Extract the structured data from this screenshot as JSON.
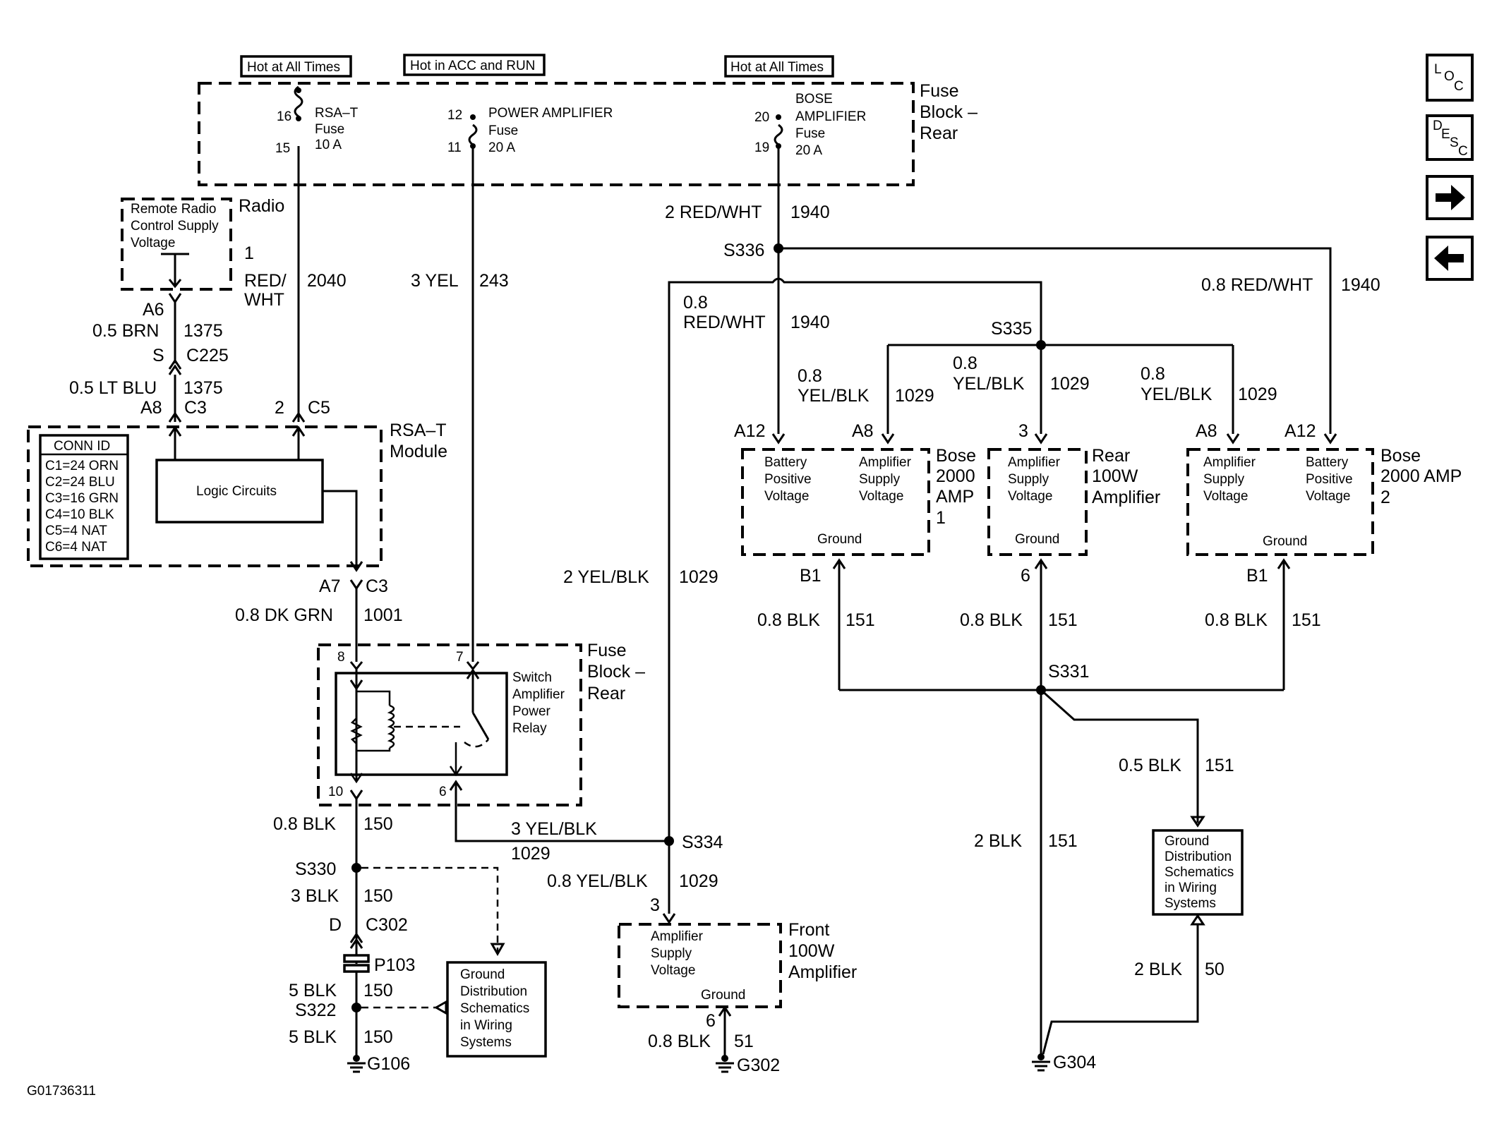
{
  "header_tags": {
    "left": "Hot at All Times",
    "mid": "Hot in ACC and RUN",
    "right": "Hot at All Times"
  },
  "fuse_block_label": [
    "Fuse",
    "Block –",
    "Rear"
  ],
  "fuses": {
    "rsat": {
      "top": "16",
      "bottom": "15",
      "name": [
        "RSA–T",
        "Fuse",
        "10 A"
      ]
    },
    "pwr": {
      "top": "12",
      "bottom": "11",
      "name": [
        "POWER AMPLIFIER",
        "Fuse",
        "20 A"
      ]
    },
    "bose": {
      "top": "20",
      "bottom": "19",
      "name": [
        "BOSE",
        "AMPLIFIER",
        "Fuse",
        "20 A"
      ]
    }
  },
  "radio": {
    "label": "Radio",
    "inner": [
      "Remote Radio",
      "Control Supply",
      "Voltage"
    ]
  },
  "rsat_module": {
    "label": [
      "RSA–T",
      "Module"
    ],
    "logic": "Logic Circuits",
    "conn_id": [
      "CONN ID",
      "C1=24 ORN",
      "C2=24 BLU",
      "C3=16 GRN",
      "C4=10 BLK",
      "C5=4 NAT",
      "C6=4 NAT"
    ]
  },
  "relay": {
    "label": [
      "Fuse",
      "Block –",
      "Rear"
    ],
    "inner": [
      "Switch",
      "Amplifier",
      "Power",
      "Relay"
    ],
    "pins": {
      "p8": "8",
      "p7": "7",
      "p10": "10",
      "p6": "6"
    }
  },
  "wires": {
    "w2040": [
      "1",
      "RED/",
      "WHT",
      "2040"
    ],
    "w243": [
      "3 YEL",
      "243"
    ],
    "w1940_top": [
      "2 RED/WHT",
      "1940"
    ],
    "w1940_left": [
      "0.8",
      "RED/WHT",
      "1940"
    ],
    "w1940_right": [
      "0.8 RED/WHT",
      "1940"
    ],
    "w1375_a": [
      "0.5 BRN",
      "1375"
    ],
    "w1375_b": [
      "0.5 LT BLU",
      "1375"
    ],
    "w1001": [
      "0.8 DK GRN",
      "1001"
    ],
    "w1029_v": [
      "2 YEL/BLK",
      "1029"
    ],
    "w1029_a": [
      "0.8",
      "YEL/BLK",
      "1029"
    ],
    "w1029_b": [
      "0.8",
      "YEL/BLK",
      "1029"
    ],
    "w1029_c": [
      "0.8",
      "YEL/BLK",
      "1029"
    ],
    "w1029_h": [
      "3 YEL/BLK",
      "1029"
    ],
    "w1029_f": [
      "0.8 YEL/BLK",
      "1029"
    ],
    "w150_a": [
      "0.8 BLK",
      "150"
    ],
    "w150_b": [
      "3 BLK",
      "150"
    ],
    "w150_c": [
      "5 BLK",
      "150"
    ],
    "w150_d": [
      "5 BLK",
      "150"
    ],
    "w151_a": [
      "0.8 BLK",
      "151"
    ],
    "w151_b": [
      "0.8 BLK",
      "151"
    ],
    "w151_c": [
      "0.8 BLK",
      "151"
    ],
    "w151_d": [
      "0.5 BLK",
      "151"
    ],
    "w151_e": [
      "2 BLK",
      "151"
    ],
    "w50": [
      "2 BLK",
      "50"
    ],
    "w51": [
      "0.8 BLK",
      "51"
    ]
  },
  "connectors": {
    "a6": "A6",
    "s": "S",
    "c225": "C225",
    "a8": "A8",
    "c3": "C3",
    "p2": "2",
    "c5": "C5",
    "a7": "A7",
    "c3b": "C3",
    "d": "D",
    "c302": "C302",
    "p103": "P103",
    "a12a": "A12",
    "a8a": "A8",
    "p3": "3",
    "a8b": "A8",
    "a12b": "A12",
    "b1a": "B1",
    "p6": "6",
    "b1b": "B1",
    "f3": "3",
    "f6": "6"
  },
  "splices": {
    "s336": "S336",
    "s335": "S335",
    "s331": "S331",
    "s334": "S334",
    "s330": "S330",
    "s322": "S322"
  },
  "grounds": {
    "g106": "G106",
    "g302": "G302",
    "g304": "G304"
  },
  "amp1": {
    "label": [
      "Bose",
      "2000",
      "AMP",
      "1"
    ],
    "bpv": [
      "Battery",
      "Positive",
      "Voltage"
    ],
    "asv": [
      "Amplifier",
      "Supply",
      "Voltage"
    ],
    "gnd": "Ground"
  },
  "rear_amp": {
    "label": [
      "Rear",
      "100W",
      "Amplifier"
    ],
    "asv": [
      "Amplifier",
      "Supply",
      "Voltage"
    ],
    "gnd": "Ground"
  },
  "amp2": {
    "label": [
      "Bose",
      "2000 AMP",
      "2"
    ],
    "asv": [
      "Amplifier",
      "Supply",
      "Voltage"
    ],
    "bpv": [
      "Battery",
      "Positive",
      "Voltage"
    ],
    "gnd": "Ground"
  },
  "front_amp": {
    "label": [
      "Front",
      "100W",
      "Amplifier"
    ],
    "asv": [
      "Amplifier",
      "Supply",
      "Voltage"
    ],
    "gnd": "Ground"
  },
  "gds_box": [
    "Ground",
    "Distribution",
    "Schematics",
    "in Wiring",
    "Systems"
  ],
  "gds_box2": [
    "Ground",
    "Distribution",
    "Schematics",
    "in Wiring",
    "Systems"
  ],
  "nav": {
    "loc": [
      "L",
      "O",
      "C"
    ],
    "desc": [
      "D",
      "E",
      "S",
      "C"
    ]
  },
  "figure_id": "G01736311"
}
